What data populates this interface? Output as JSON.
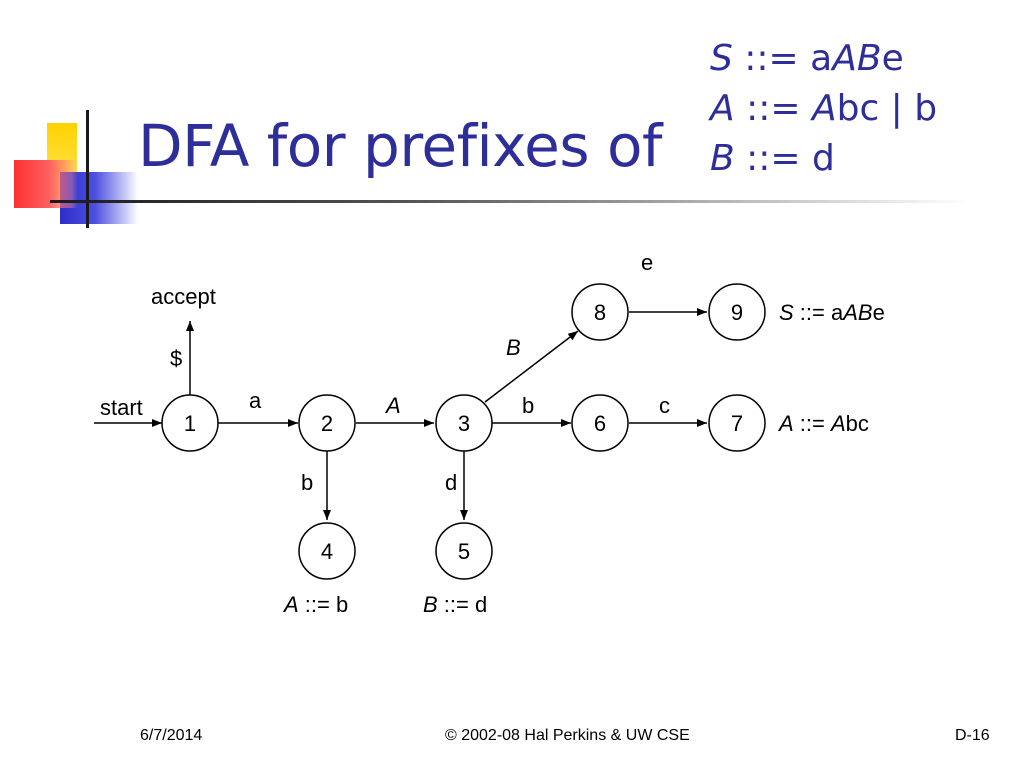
{
  "slide": {
    "title": "DFA for prefixes of",
    "grammar": [
      {
        "lhs": "S",
        "sep": " ::= ",
        "rhs": [
          {
            "t": "a",
            "i": false
          },
          {
            "t": "AB",
            "i": true
          },
          {
            "t": "e",
            "i": false
          }
        ]
      },
      {
        "lhs": "A",
        "sep": " ::= ",
        "rhs": [
          {
            "t": "A",
            "i": true
          },
          {
            "t": "bc | b",
            "i": false
          }
        ]
      },
      {
        "lhs": "B",
        "sep": " ::= ",
        "rhs": [
          {
            "t": "d",
            "i": false
          }
        ]
      }
    ]
  },
  "diagram": {
    "states": [
      "1",
      "2",
      "3",
      "4",
      "5",
      "6",
      "7",
      "8",
      "9"
    ],
    "labels": {
      "start": "start",
      "accept": "accept",
      "dollar": "$",
      "a": "a",
      "A": "A",
      "b_3_6": "b",
      "c": "c",
      "B": "B",
      "e": "e",
      "b_2_4": "b",
      "d": "d"
    },
    "reductions": {
      "state9": [
        {
          "t": "S",
          "i": true
        },
        {
          "t": " ::= a",
          "i": false
        },
        {
          "t": "AB",
          "i": true
        },
        {
          "t": "e",
          "i": false
        }
      ],
      "state7": [
        {
          "t": "A",
          "i": true
        },
        {
          "t": " ::= ",
          "i": false
        },
        {
          "t": "A",
          "i": true
        },
        {
          "t": "bc",
          "i": false
        }
      ],
      "state4": [
        {
          "t": "A",
          "i": true
        },
        {
          "t": " ::= b",
          "i": false
        }
      ],
      "state5": [
        {
          "t": "B",
          "i": true
        },
        {
          "t": " ::= d",
          "i": false
        }
      ]
    }
  },
  "footer": {
    "date": "6/7/2014",
    "copyright": "© 2002-08 Hal Perkins & UW CSE",
    "page": "D-16"
  }
}
